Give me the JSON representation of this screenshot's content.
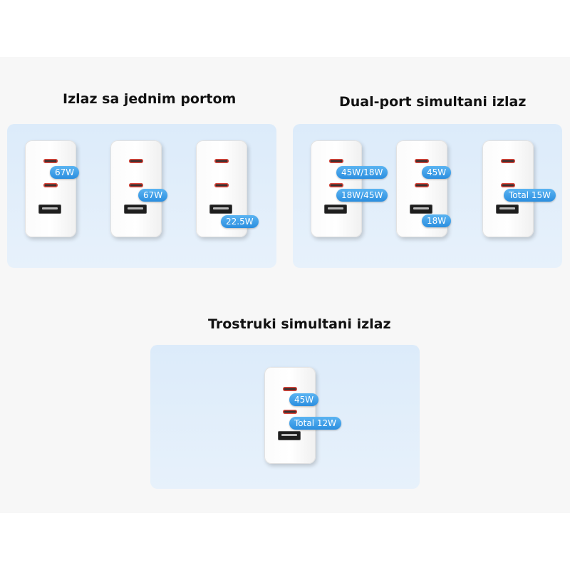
{
  "sections": {
    "single": {
      "title": "Izlaz sa jednim portom",
      "chargers": [
        {
          "badges": [
            "67W"
          ]
        },
        {
          "badges": [
            "67W"
          ]
        },
        {
          "badges": [
            "22.5W"
          ]
        }
      ]
    },
    "dual": {
      "title": "Dual-port simultani izlaz",
      "chargers": [
        {
          "badges": [
            "45W/18W",
            "18W/45W"
          ]
        },
        {
          "badges": [
            "45W",
            "18W"
          ]
        },
        {
          "badges": [
            "Total 15W"
          ]
        }
      ]
    },
    "triple": {
      "title": "Trostruki simultani izlaz",
      "chargers": [
        {
          "badges": [
            "45W",
            "Total 12W"
          ]
        }
      ]
    }
  },
  "colors": {
    "panel": "#dcebfa",
    "badge": "#2b8edf",
    "port_accent": "#e0463a"
  }
}
